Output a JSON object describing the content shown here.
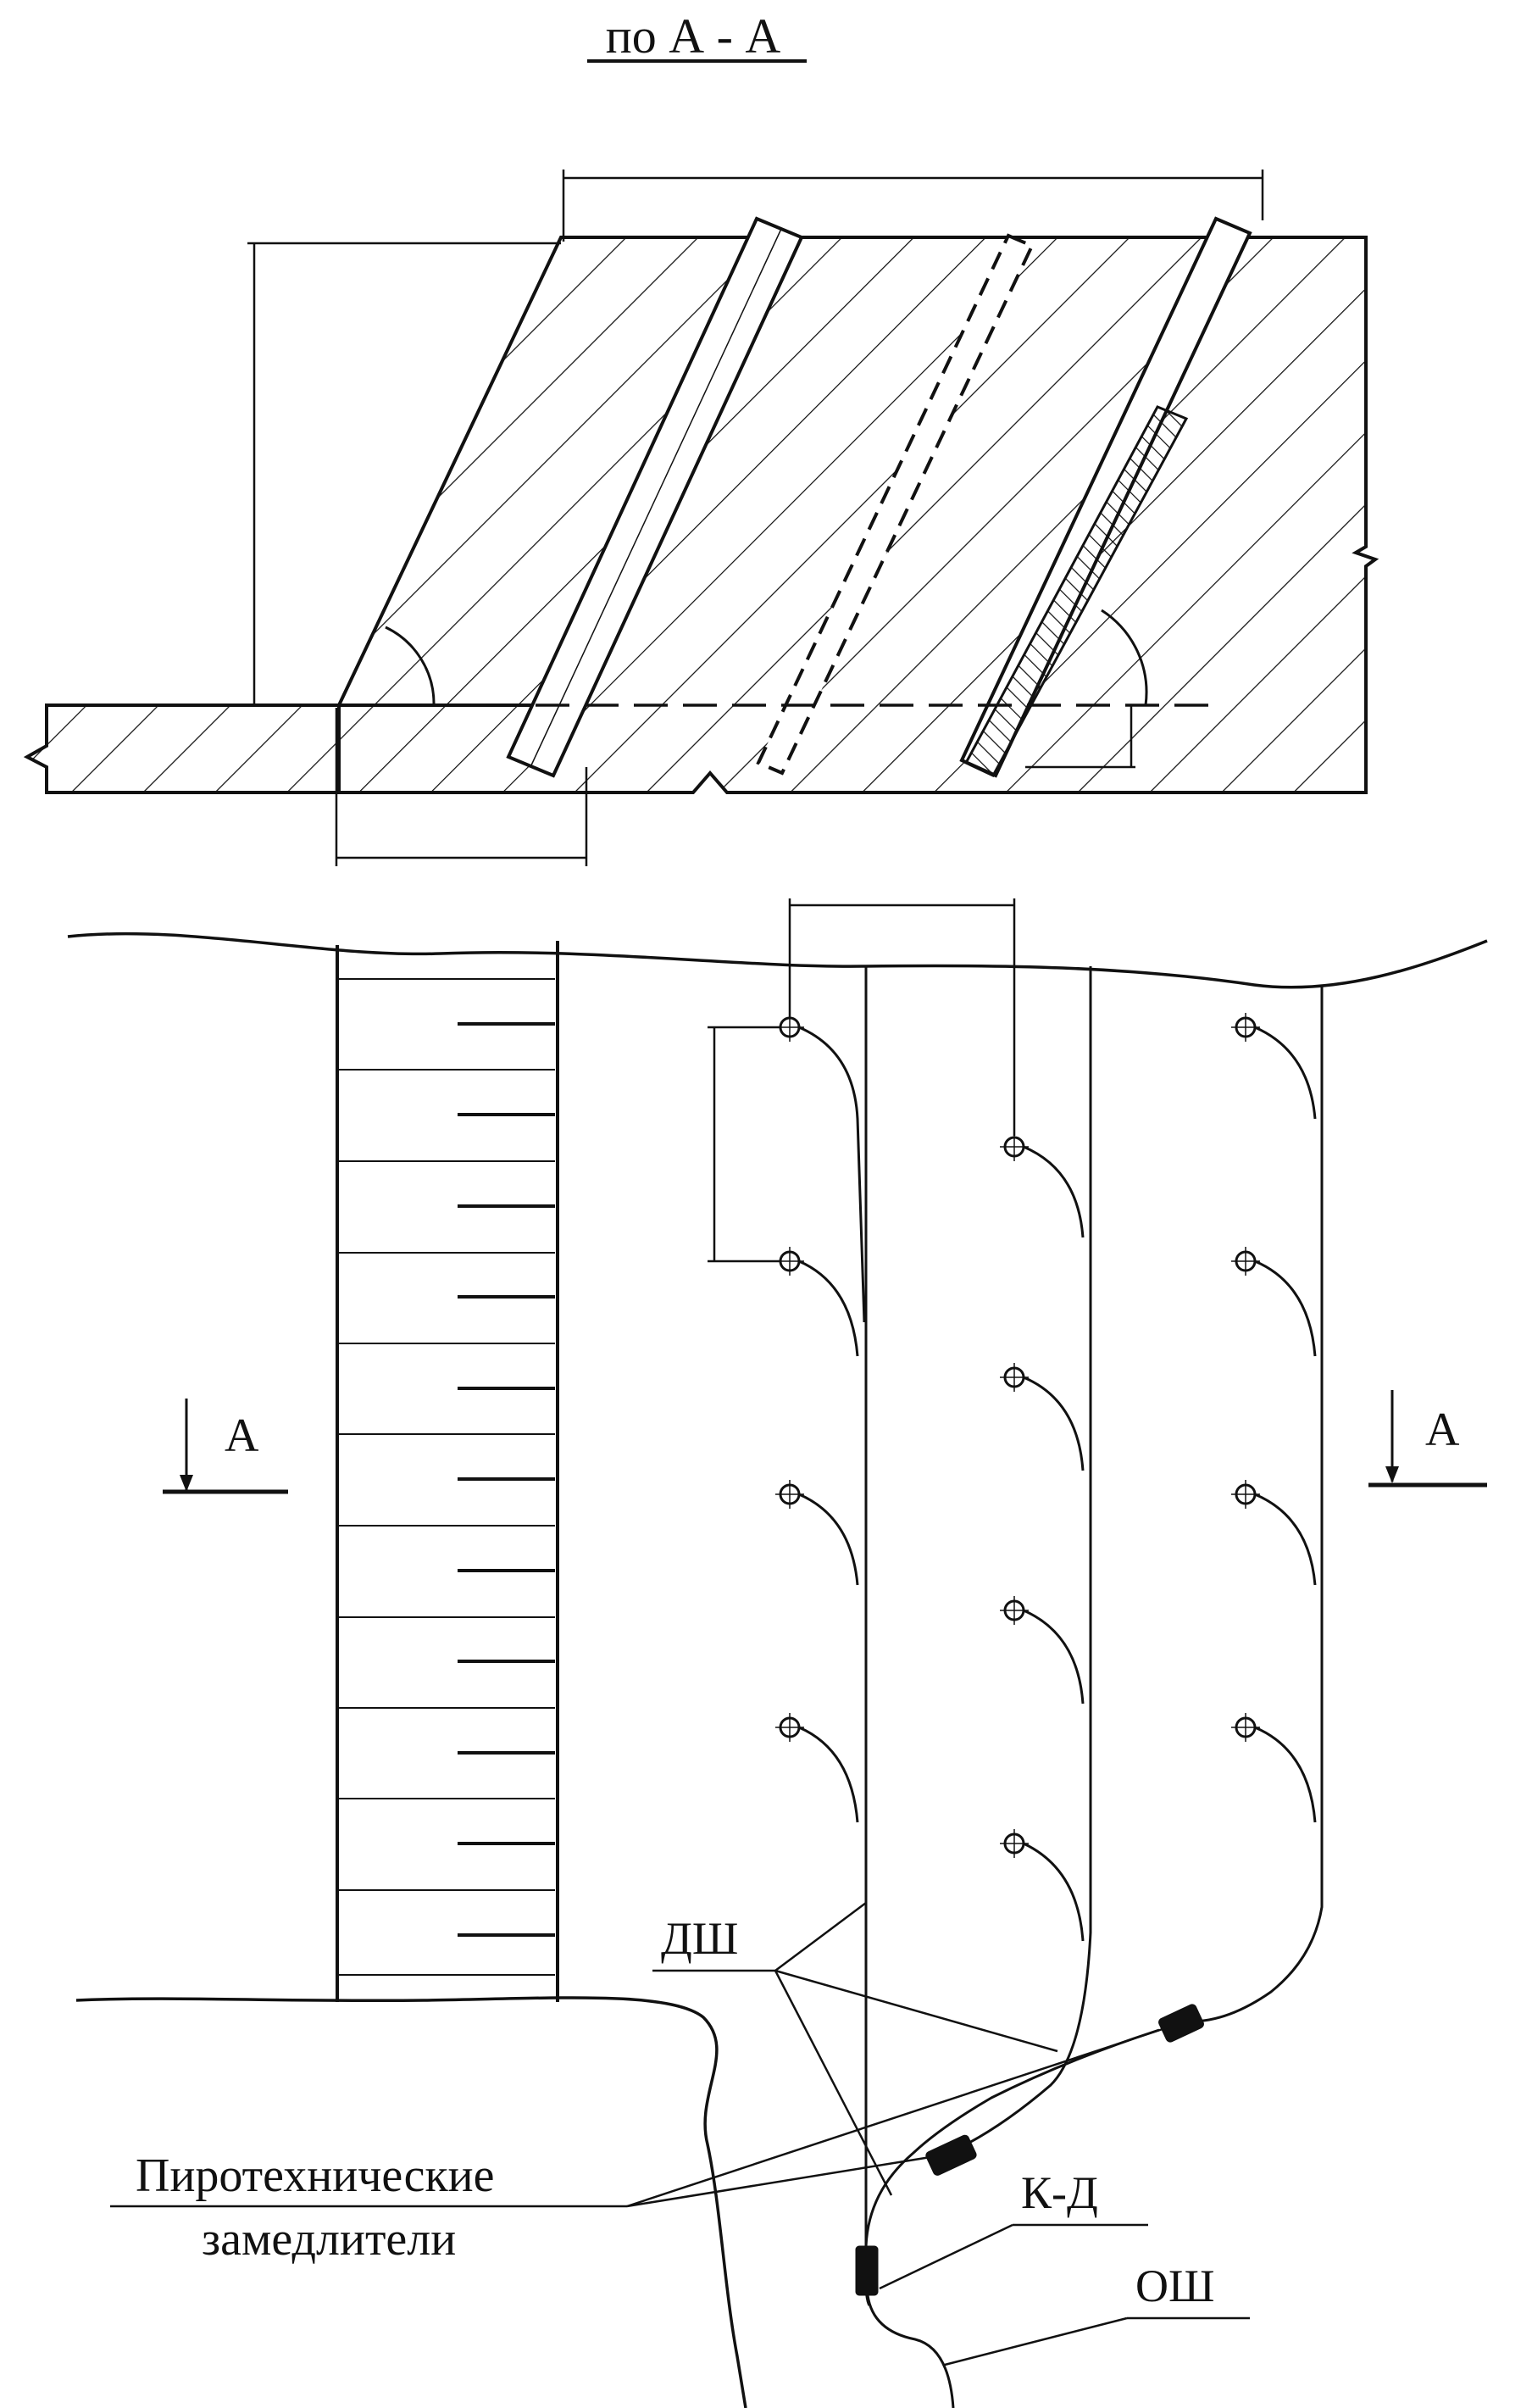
{
  "section_title": "по А - А",
  "labels": {
    "section_mark": "А",
    "ds": "ДШ",
    "kd": "К-Д",
    "osh": "ОШ",
    "pyro_line1": "Пиротехнические",
    "pyro_line2": "замедлители"
  },
  "colors": {
    "ink": "#111111",
    "background": "#ffffff"
  }
}
